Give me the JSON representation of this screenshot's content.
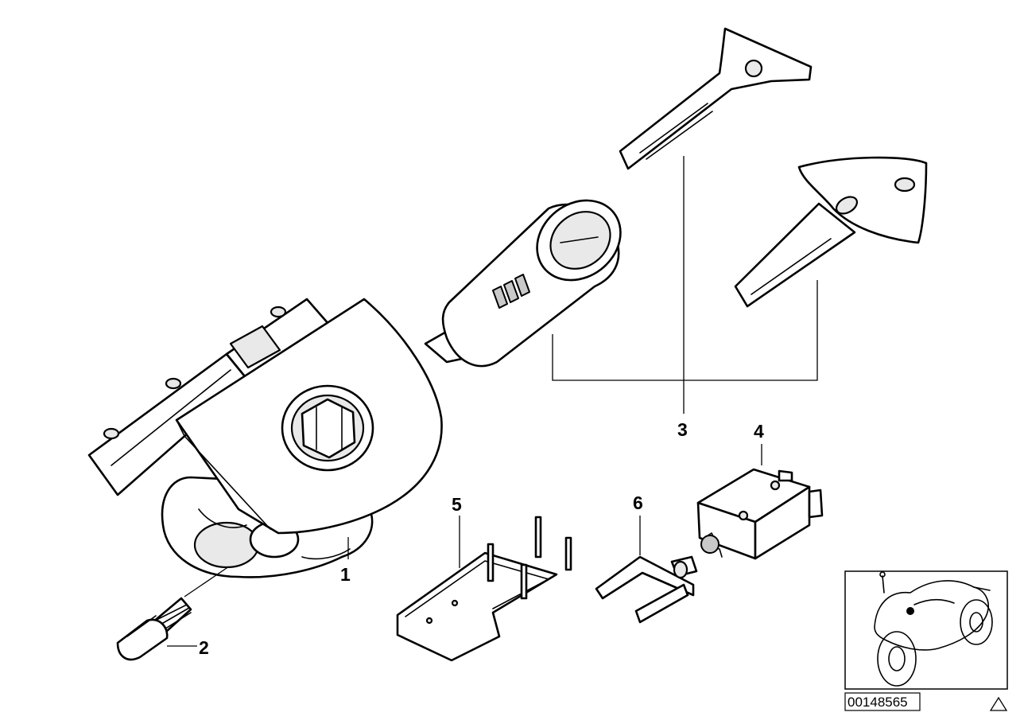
{
  "callouts": [
    {
      "id": "1",
      "label": "1"
    },
    {
      "id": "2",
      "label": "2"
    },
    {
      "id": "3",
      "label": "3"
    },
    {
      "id": "4",
      "label": "4"
    },
    {
      "id": "5",
      "label": "5"
    },
    {
      "id": "6",
      "label": "6"
    }
  ],
  "drawing_number": "00148565",
  "colors": {
    "line": "#000000",
    "background": "#ffffff"
  }
}
